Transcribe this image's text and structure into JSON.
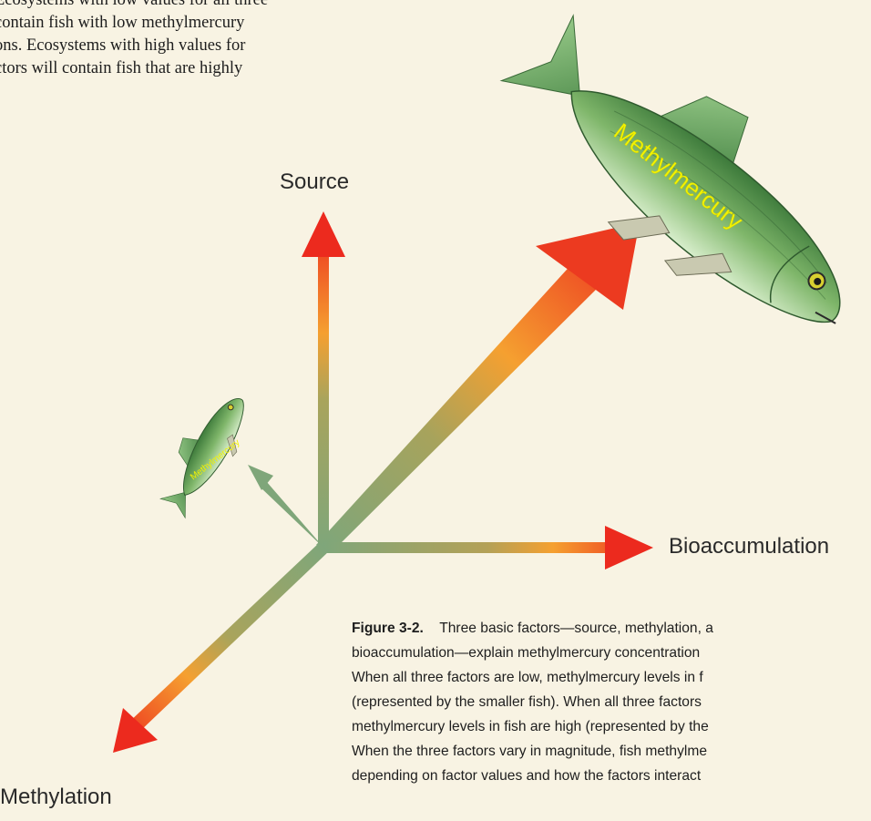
{
  "intro_text": {
    "lines": [
      "Ecosystems with low values for all three",
      "contain fish with low methylmercury",
      "ons. Ecosystems with high values for",
      "ctors will contain fish that are highly"
    ]
  },
  "axes": {
    "source": "Source",
    "bioaccumulation": "Bioaccumulation",
    "methylation": "Methylation"
  },
  "fish": {
    "large_label": "Methylmercury",
    "small_label": "Methylmercury"
  },
  "caption": {
    "figure_label": "Figure 3-2.",
    "lines": [
      "Three basic factors—source, methylation, a",
      "bioaccumulation—explain methylmercury concentration",
      "When all three factors are low, methylmercury levels in f",
      "(represented by the smaller fish). When all three factors",
      "methylmercury levels in fish are high (represented by the",
      "When the three factors vary in magnitude, fish methylme",
      "depending on factor values and how the factors interact"
    ]
  },
  "colors": {
    "background": "#f8f3e3",
    "arrow_low": "#7fa67a",
    "arrow_mid": "#f5a030",
    "arrow_high": "#ec2a1e",
    "fish_label": "#f2f200"
  }
}
